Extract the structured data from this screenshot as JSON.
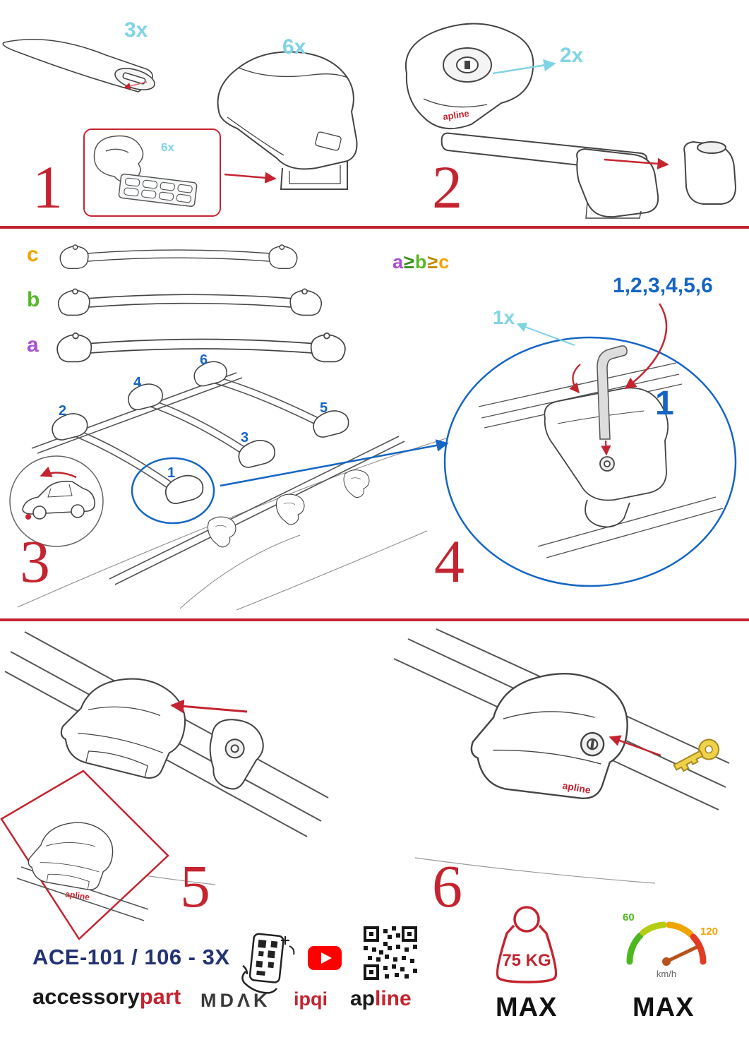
{
  "colors": {
    "accent_red": "#c42430",
    "label_cyan": "#7fd4e4",
    "number_blue": "#1565c4",
    "size_a_purple": "#a94fd0",
    "size_b_green": "#58b826",
    "size_c_orange": "#f0a400",
    "model_navy": "#233271"
  },
  "step1": {
    "number": "1",
    "bar_qty": "3x",
    "foot_qty": "6x",
    "pad_qty": "6x"
  },
  "step2": {
    "number": "2",
    "lock_qty": "2x",
    "foot_logo": "apline"
  },
  "step3": {
    "number": "3",
    "size_labels": [
      "c",
      "b",
      "a"
    ],
    "order": {
      "a": "a",
      "ge1": "≥",
      "b": "b",
      "ge2": "≥",
      "c": "c"
    },
    "positions": [
      "1",
      "2",
      "3",
      "4",
      "5",
      "6"
    ]
  },
  "step4": {
    "number": "4",
    "sequence": "1,2,3,4,5,6",
    "tool_qty": "1x",
    "first_step": "1"
  },
  "step5": {
    "number": "5",
    "foot_logo": "apline"
  },
  "step6": {
    "number": "6",
    "foot_logo": "apline"
  },
  "footer": {
    "model": "ACE-101 / 106 - 3X",
    "brand_black": "accessory",
    "brand_red": "part",
    "mdak": "MDΛK",
    "ipqi": "ipqi",
    "apline_black": "ap",
    "apline_red": "line",
    "weight_value": "75 KG",
    "weight_max": "MAX",
    "speed_low": "60",
    "speed_high": "120",
    "speed_unit": "km/h",
    "speed_max": "MAX"
  }
}
